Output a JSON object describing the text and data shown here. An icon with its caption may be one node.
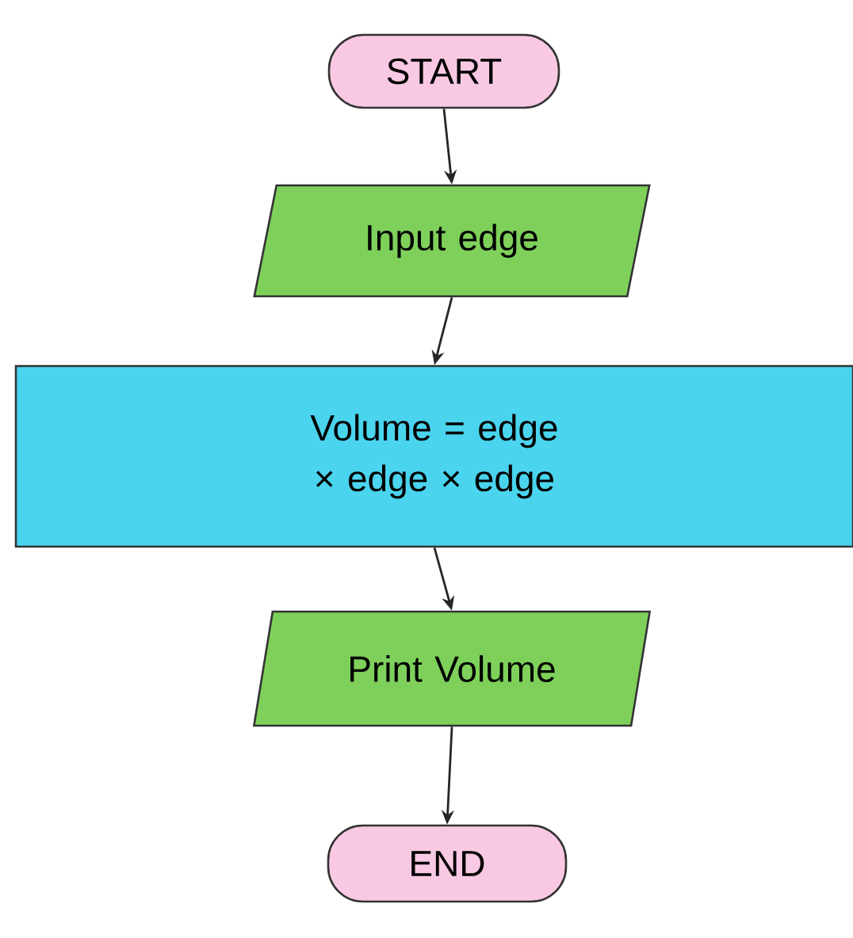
{
  "diagram": {
    "nodes": [
      {
        "text": [
          "START"
        ]
      },
      {
        "text": [
          "Input edge"
        ]
      },
      {
        "text": [
          "Volume = edge × edge × edge"
        ]
      },
      {
        "text": [
          "Print Volume"
        ]
      },
      {
        "text": [
          "END"
        ]
      }
    ],
    "edges": [
      {
        "from": 0,
        "to": 1,
        "arrow": "to"
      },
      {
        "from": 1,
        "to": 2,
        "arrow": "to"
      },
      {
        "from": 2,
        "to": 3,
        "arrow": "to"
      },
      {
        "from": 3,
        "to": 4,
        "arrow": "to"
      }
    ]
  }
}
